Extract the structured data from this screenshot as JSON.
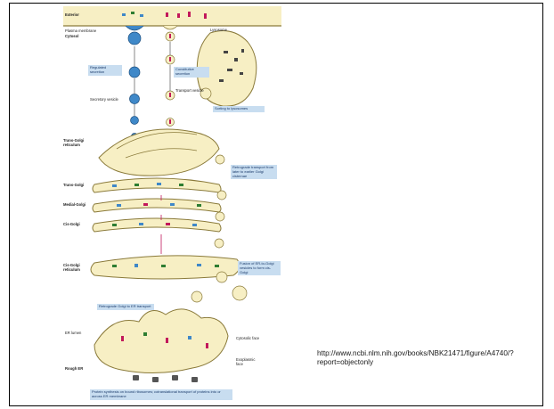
{
  "figure": {
    "labels": {
      "exterior": "Exterior",
      "plasma_membrane": "Plasma membrane",
      "cytosol": "Cytosol",
      "lysosome": "Lysosome",
      "secretory_vesicle": "Secretory vesicle",
      "transport_vesicle": "Transport vesicle",
      "trans_golgi_reticulum": "Trans-Golgi reticulum",
      "trans_golgi": "Trans-Golgi",
      "medial_golgi": "Medial-Golgi",
      "cis_golgi": "Cis-Golgi",
      "cis_golgi_reticulum": "Cis-Golgi reticulum",
      "er_lumen": "ER lumen",
      "cytosolic_face": "Cytosolic face",
      "exoplasmic_face": "Exoplasmic face",
      "rough_er": "Rough ER"
    },
    "boxes": {
      "regulated_secretion": "Regulated secretion",
      "constitutive_secretion": "Constitutive secretion",
      "sorting_to_lysosomes": "Sorting to lysosomes",
      "retrograde_cisternae": "Retrograde transport from later to earlier Golgi cisternae",
      "fusion_er_golgi": "Fusion of ER-to-Golgi vesicles to form cis-Golgi",
      "retrograde_golgi_er": "Retrograde Golgi to ER transport",
      "protein_synthesis": "Protein synthesis on bound ribosomes; cotranslational transport of proteins into or across ER membrane"
    }
  },
  "source_url": "http://www.ncbi.nlm.nih.gov/books/NBK21471/figure/A4740/?report=objectonly",
  "colors": {
    "membrane_fill": "#f7efc4",
    "membrane_stroke": "#8a7a3a",
    "label_box": "#c8ddf0",
    "vesicle_blue": "#3f88c8",
    "cargo_magenta": "#c2185b",
    "cargo_green": "#2e7d32"
  }
}
